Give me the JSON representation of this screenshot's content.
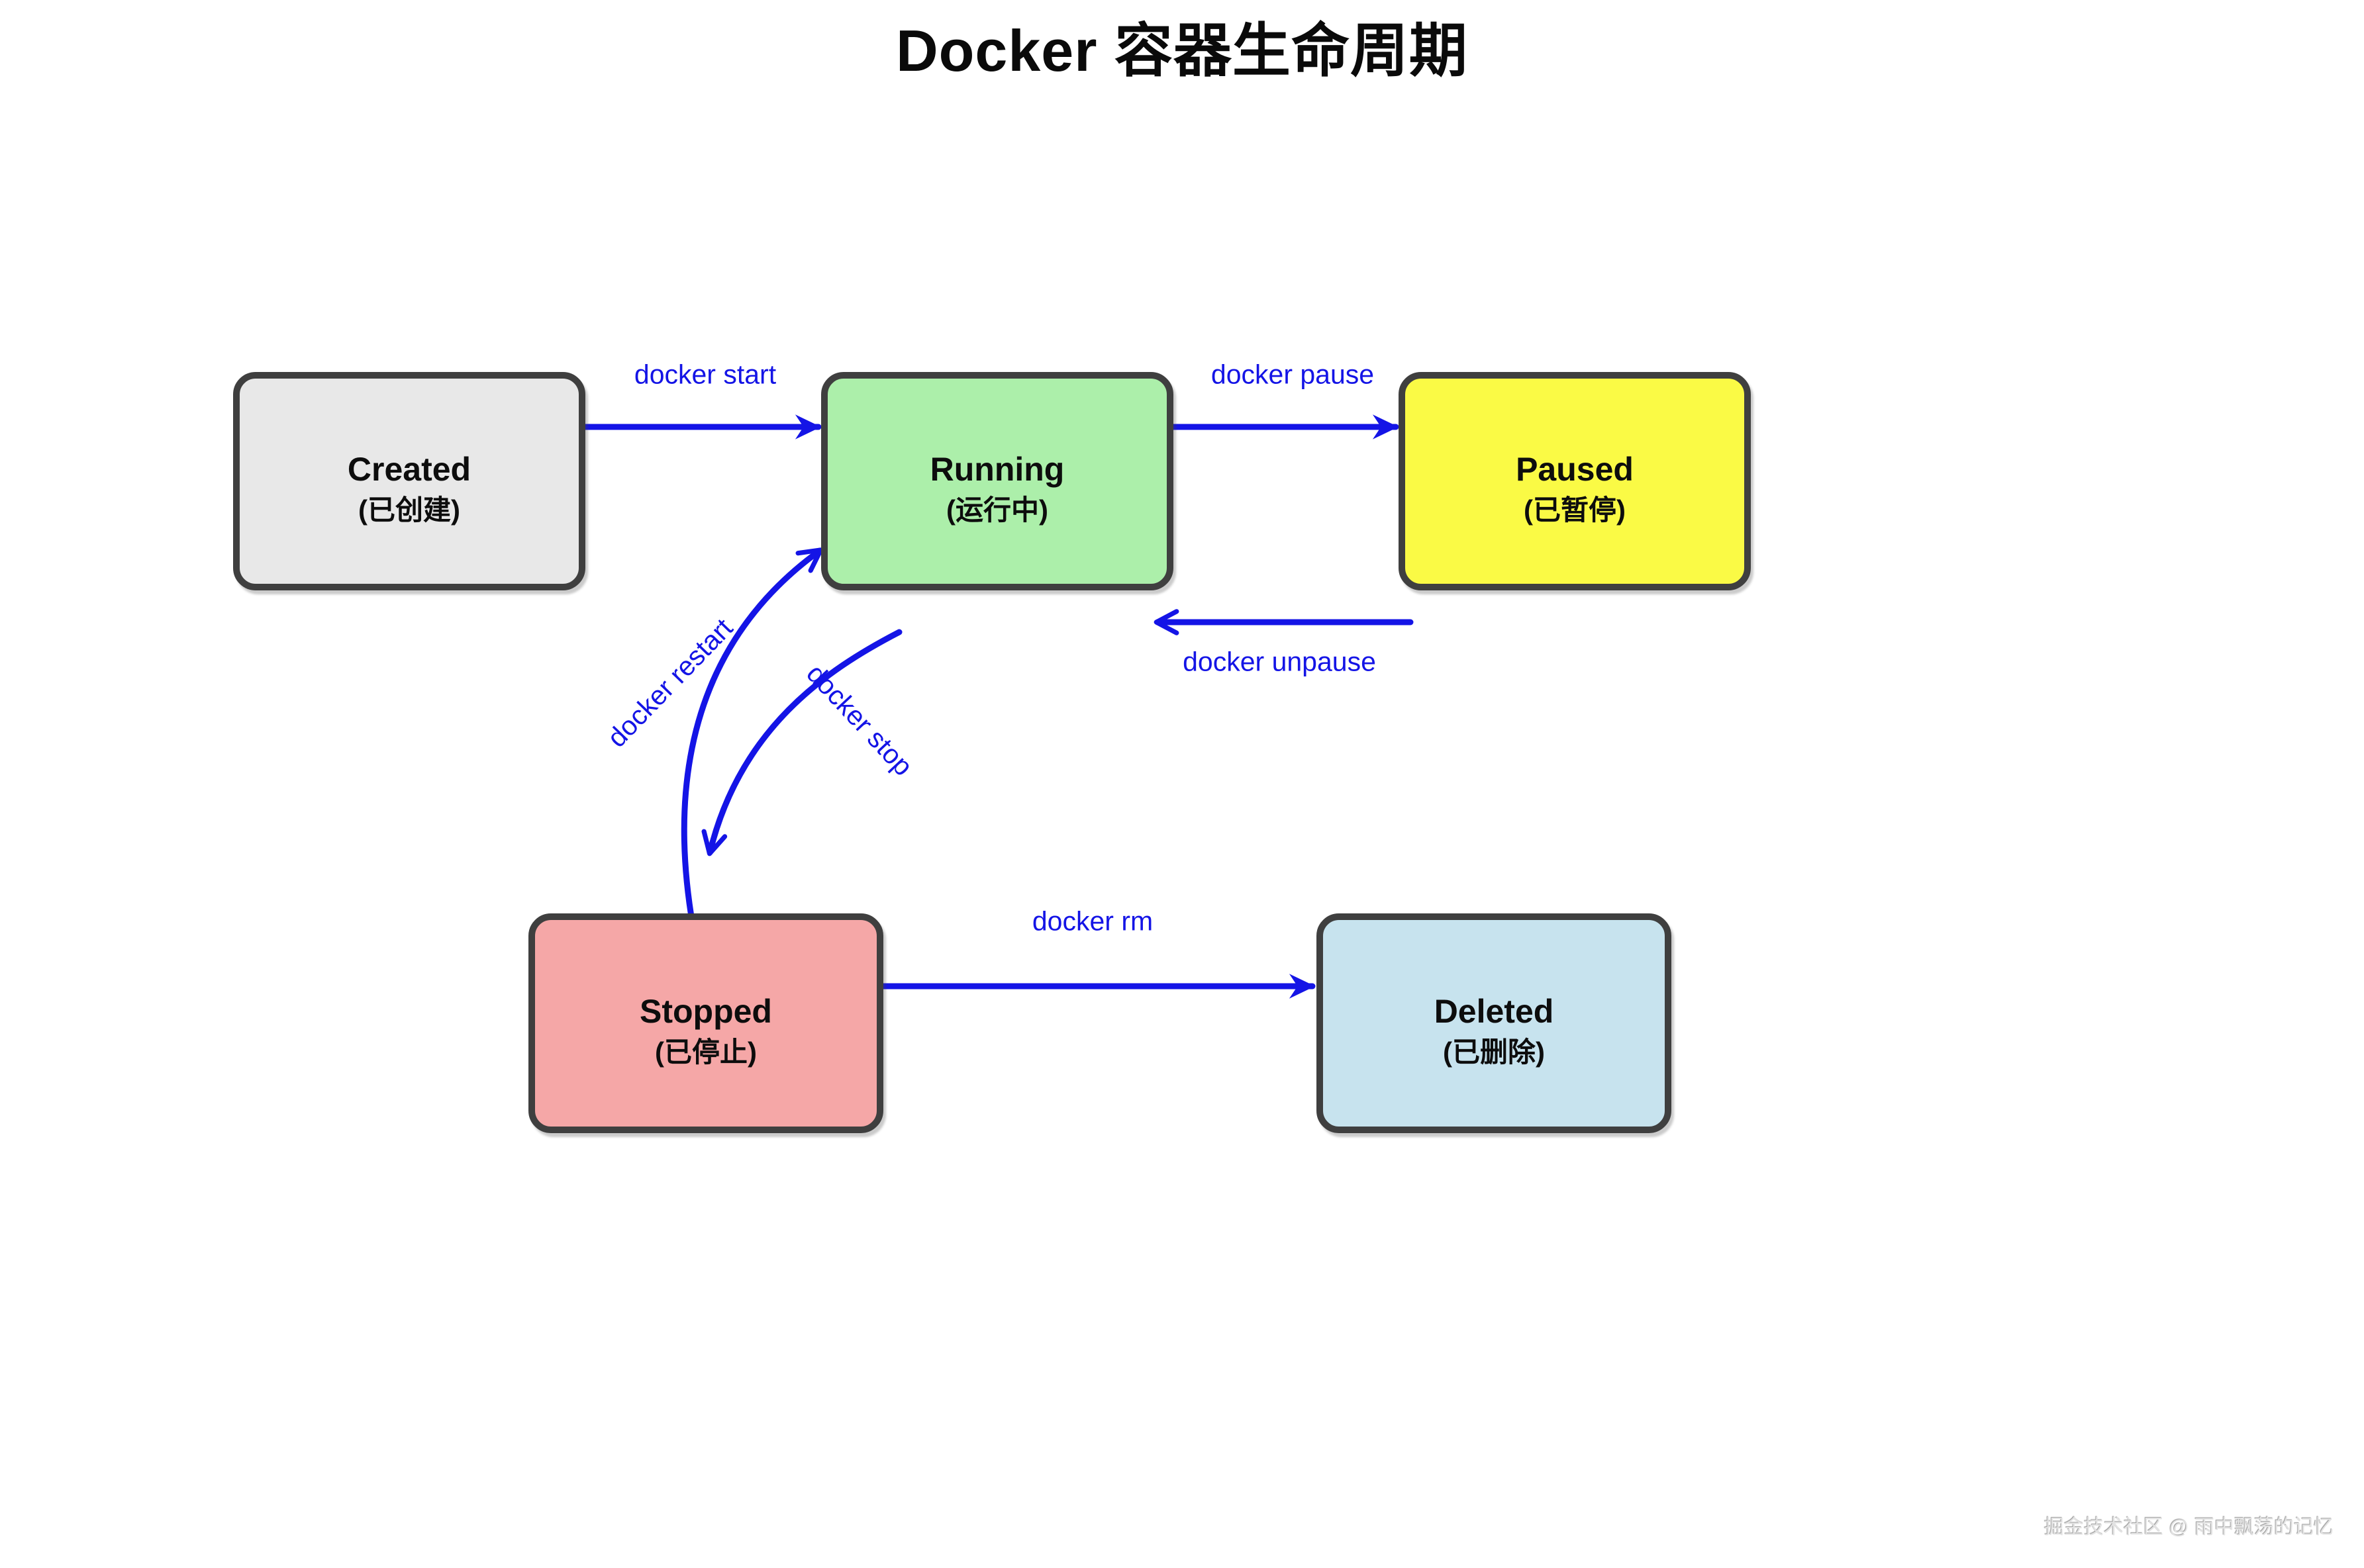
{
  "title": "Docker 容器生命周期",
  "watermark": "掘金技术社区 @ 雨中飘荡的记忆",
  "colors": {
    "arrow_blue": "#1414E6",
    "node_border": "#3F3F3F",
    "created_fill": "#E8E8E8",
    "running_fill": "#ACEFAA",
    "paused_fill": "#FAFA45",
    "stopped_fill": "#F5A7A7",
    "deleted_fill": "#C7E3EE"
  },
  "states": [
    {
      "id": "created",
      "name": "Created",
      "zh": "(已创建)",
      "color": "#E8E8E8"
    },
    {
      "id": "running",
      "name": "Running",
      "zh": "(运行中)",
      "color": "#ACEFAA"
    },
    {
      "id": "paused",
      "name": "Paused",
      "zh": "(已暂停)",
      "color": "#FAFA45"
    },
    {
      "id": "stopped",
      "name": "Stopped",
      "zh": "(已停止)",
      "color": "#F5A7A7"
    },
    {
      "id": "deleted",
      "name": "Deleted",
      "zh": "(已删除)",
      "color": "#C7E3EE"
    }
  ],
  "transitions": [
    {
      "label": "docker start",
      "from": "Created",
      "to": "Running"
    },
    {
      "label": "docker pause",
      "from": "Running",
      "to": "Paused"
    },
    {
      "label": "docker unpause",
      "from": "Paused",
      "to": "Running"
    },
    {
      "label": "docker stop",
      "from": "Running",
      "to": "Stopped"
    },
    {
      "label": "docker restart",
      "from": "Stopped",
      "to": "Running"
    },
    {
      "label": "docker rm",
      "from": "Stopped",
      "to": "Deleted"
    }
  ]
}
